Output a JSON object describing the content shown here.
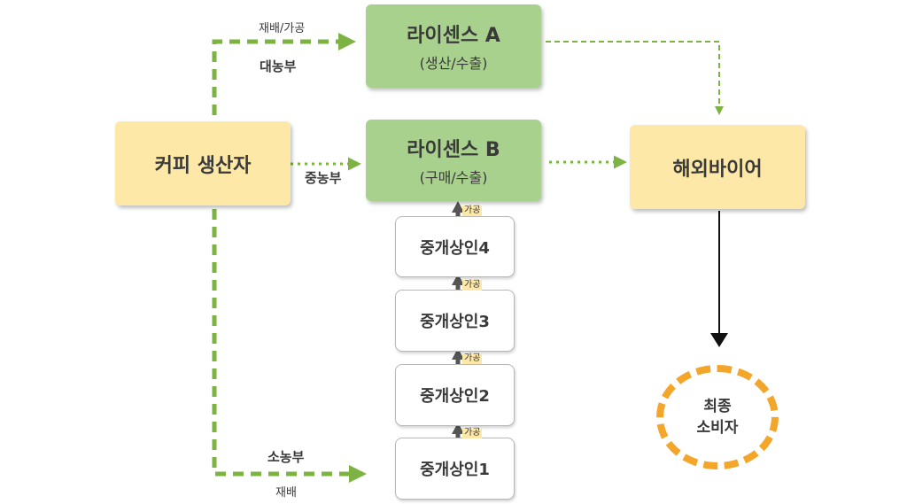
{
  "nodes": {
    "producer": "커피 생산자",
    "license_a": {
      "title": "라이센스 A",
      "sub": "(생산/수출)"
    },
    "license_b": {
      "title": "라이센스 B",
      "sub": "(구매/수출)"
    },
    "overseas_buyer": "해외바이어",
    "consumer": [
      "최종",
      "소비자"
    ],
    "brokers": [
      "중개상인4",
      "중개상인3",
      "중개상인2",
      "중개상인1"
    ]
  },
  "edge_labels": {
    "top_small": "재배/가공",
    "large_farm": "대농부",
    "medium_farm": "중농부",
    "small_farm": "소농부",
    "bottom_small": "재배",
    "processing": "가공"
  },
  "colors": {
    "green_box": "#a9d18e",
    "yellow_box": "#fde8a8",
    "dashed_arrow": "#7cb342",
    "consumer_ring": "#f4a62a",
    "gray_arrow": "#555555"
  }
}
